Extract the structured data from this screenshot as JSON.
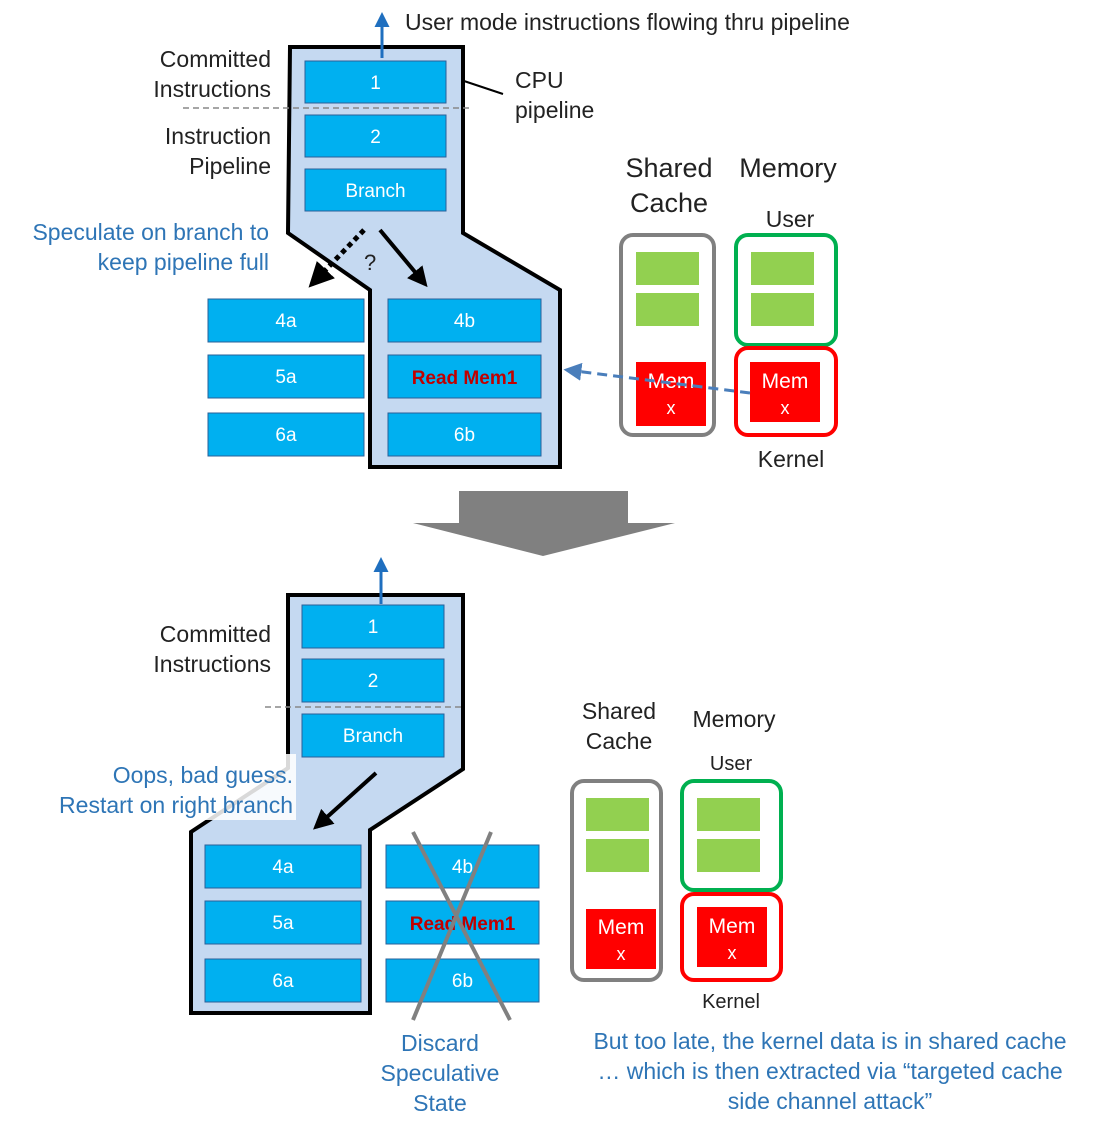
{
  "colors": {
    "pipeline_fill": "#c5d9f1",
    "stage_fill": "#00b0f0",
    "green": "#92d050",
    "red": "#ff0000",
    "dark_red": "#c00000",
    "blue_text": "#2e75b6",
    "arrow_blue": "#1f6fbf",
    "user_border": "#00b050",
    "cache_border": "#808080",
    "kernel_border": "#ff0000",
    "down_arrow": "#808080"
  },
  "top": {
    "header": "User mode instructions flowing thru pipeline",
    "committed": [
      "Committed",
      "Instructions"
    ],
    "pipeline_label": [
      "Instruction",
      "Pipeline"
    ],
    "cpu_label": [
      "CPU",
      "pipeline"
    ],
    "speculate": [
      "Speculate on branch to",
      "keep pipeline full"
    ],
    "question": "?",
    "stages": {
      "s1": "1",
      "s2": "2",
      "branch": "Branch",
      "a4": "4a",
      "a5": "5a",
      "a6": "6a",
      "b4": "4b",
      "b5": "Read Mem1",
      "b6": "6b"
    },
    "shared_cache": [
      "Shared",
      "Cache"
    ],
    "memory": "Memory",
    "user": "User",
    "kernel": "Kernel",
    "mem_cache": [
      "Mem",
      "x"
    ],
    "mem_kernel": [
      "Mem",
      "x"
    ]
  },
  "bottom": {
    "committed": [
      "Committed",
      "Instructions"
    ],
    "oops": [
      "Oops, bad guess.",
      "Restart on right branch"
    ],
    "stages": {
      "s1": "1",
      "s2": "2",
      "branch": "Branch",
      "a4": "4a",
      "a5": "5a",
      "a6": "6a",
      "b4": "4b",
      "b5": "Read Mem1",
      "b6": "6b"
    },
    "discard": [
      "Discard",
      "Speculative",
      "State"
    ],
    "shared_cache": [
      "Shared",
      "Cache"
    ],
    "memory": "Memory",
    "user": "User",
    "kernel": "Kernel",
    "mem_cache": [
      "Mem",
      "x"
    ],
    "mem_kernel": [
      "Mem",
      "x"
    ],
    "conclusion": [
      "But too late, the kernel data is in shared cache",
      "… which is then extracted via “targeted cache",
      "side channel attack”"
    ]
  }
}
